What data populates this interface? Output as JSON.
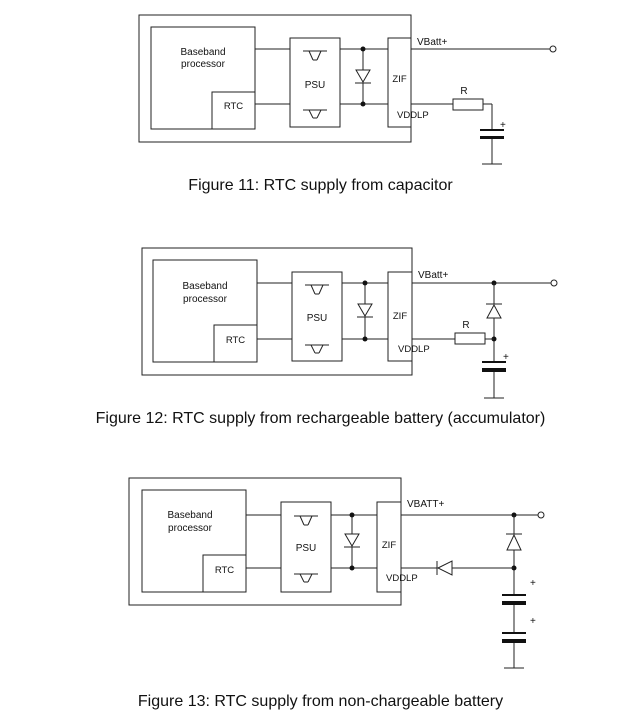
{
  "labels": {
    "baseband_line1": "Baseband",
    "baseband_line2": "processor",
    "rtc": "RTC",
    "psu": "PSU",
    "zif": "ZIF",
    "vddlp": "VDDLP",
    "r": "R",
    "plus": "+"
  },
  "figures": [
    {
      "vbatt_label": "VBatt+",
      "caption": "Figure 11: RTC supply from capacitor"
    },
    {
      "vbatt_label": "VBatt+",
      "caption": "Figure 12: RTC supply from rechargeable battery (accumulator)"
    },
    {
      "vbatt_label": "VBATT+",
      "caption": "Figure 13: RTC supply from non-chargeable battery"
    }
  ]
}
